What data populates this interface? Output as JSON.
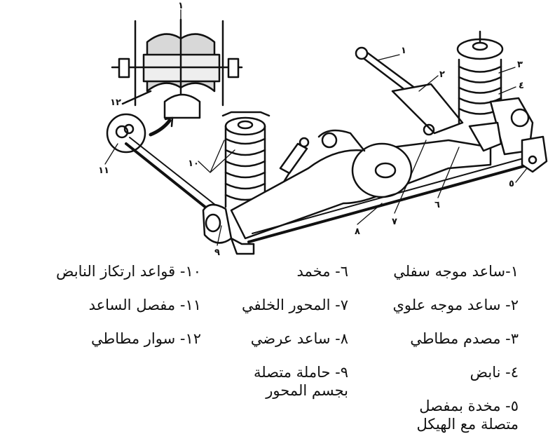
{
  "callouts": [
    "١",
    "٢",
    "٣",
    "٤",
    "٥",
    "٦",
    "٧",
    "٨",
    "٩",
    "١٠",
    "١١",
    "١٢"
  ],
  "legend": {
    "col_right": [
      "١-ساعد موجه سفلي",
      "٢- ساعد موجه علوي",
      "٣- مصدم مطاطي",
      "٤- نابض",
      "٥- مخدة بمفصل متصلة مع الهيكل"
    ],
    "col_mid": [
      "٦- مخمد",
      "٧- المحور الخلفي",
      "٨- ساعد عرضي",
      "٩- حاملة متصلة بجسم المحور"
    ],
    "col_left": [
      "١٠- قواعد ارتكاز النابض",
      "١١- مفصل الساعد",
      "١٢- سوار مطاطي"
    ]
  }
}
